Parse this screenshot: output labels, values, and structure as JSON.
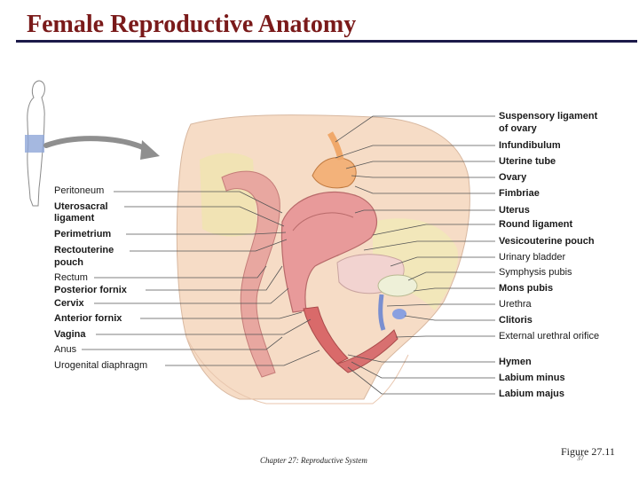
{
  "slide": {
    "title": "Female Reproductive Anatomy"
  },
  "labels_left": [
    {
      "text": "Peritoneum",
      "bold": false
    },
    {
      "text": "Uterosacral",
      "bold": true
    },
    {
      "text": "ligament",
      "bold": true
    },
    {
      "text": "Perimetrium",
      "bold": true
    },
    {
      "text": "Rectouterine",
      "bold": true
    },
    {
      "text": "pouch",
      "bold": true
    },
    {
      "text": "Rectum",
      "bold": false
    },
    {
      "text": "Posterior fornix",
      "bold": true
    },
    {
      "text": "Cervix",
      "bold": true
    },
    {
      "text": "Anterior fornix",
      "bold": true
    },
    {
      "text": "Vagina",
      "bold": true
    },
    {
      "text": "Anus",
      "bold": false
    },
    {
      "text": "Urogenital diaphragm",
      "bold": false
    }
  ],
  "labels_right": [
    {
      "text": "Suspensory ligament",
      "bold": true
    },
    {
      "text": "of ovary",
      "bold": true
    },
    {
      "text": "Infundibulum",
      "bold": true
    },
    {
      "text": "Uterine tube",
      "bold": true
    },
    {
      "text": "Ovary",
      "bold": true
    },
    {
      "text": "Fimbriae",
      "bold": true
    },
    {
      "text": "Uterus",
      "bold": true
    },
    {
      "text": "Round ligament",
      "bold": true
    },
    {
      "text": "Vesicouterine pouch",
      "bold": true
    },
    {
      "text": "Urinary bladder",
      "bold": false
    },
    {
      "text": "Symphysis pubis",
      "bold": false
    },
    {
      "text": "Mons pubis",
      "bold": true
    },
    {
      "text": "Urethra",
      "bold": false
    },
    {
      "text": "Clitoris",
      "bold": true
    },
    {
      "text": "External urethral orifice",
      "bold": false
    },
    {
      "text": "Hymen",
      "bold": true
    },
    {
      "text": "Labium minus",
      "bold": true
    },
    {
      "text": "Labium majus",
      "bold": true
    }
  ],
  "footer": {
    "chapter": "Chapter 27: Reproductive System",
    "figure": "Figure 27.11",
    "page": "37"
  }
}
